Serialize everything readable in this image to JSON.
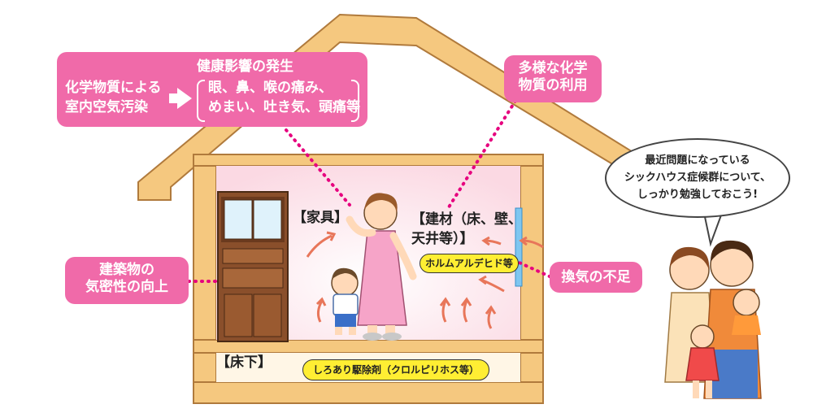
{
  "health_box": {
    "title": "健康影響の発生",
    "cause_line1": "化学物質による",
    "cause_line2": "室内空気汚染",
    "effects_line1": "眼、鼻、喉の痛み、",
    "effects_line2": "めまい、吐き気、頭痛等"
  },
  "chem_box": {
    "line1": "多様な化学",
    "line2": "物質の利用"
  },
  "airtight_box": {
    "line1": "建築物の",
    "line2": "気密性の向上"
  },
  "ventilation_box": {
    "text": "換気の不足"
  },
  "labels": {
    "furniture": "【家具】",
    "materials_line1": "【建材（床、壁、",
    "materials_line2": "天井等）】",
    "underfloor": "【床下】"
  },
  "yellow_labels": {
    "formaldehyde": "ホルムアルデヒド等",
    "termiticide": "しろあり駆除剤（クロルピリホス等）"
  },
  "speech": {
    "line1": "最近問題になっている",
    "line2": "シックハウス症候群について、",
    "line3": "しっかり勉強しておこう!"
  },
  "colors": {
    "house_frame": "#f5c87f",
    "house_outline": "#b07a3c",
    "interior": "#fde8ee",
    "callout_pink": "#f06aa9",
    "dotted_line": "#e6007e",
    "arrow": "#e8765a",
    "label_yellow": "#ffee33"
  }
}
